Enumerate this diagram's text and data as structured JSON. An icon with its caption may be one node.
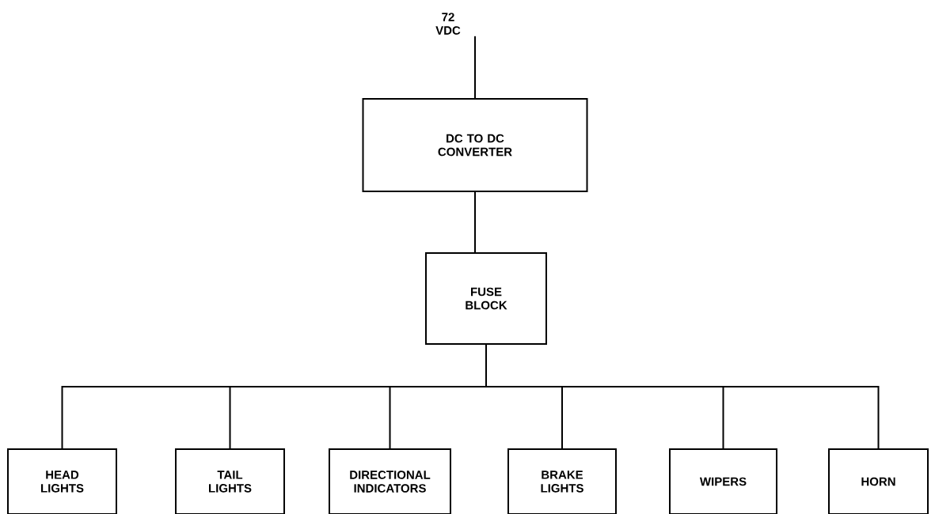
{
  "diagram": {
    "nodes": [
      {
        "text": [
          "72 VDC"
        ]
      },
      {
        "text": [
          "DC TO DC CONVERTER"
        ]
      },
      {
        "text": [
          "FUSE BLOCK"
        ]
      },
      {
        "text": [
          "HEAD LIGHTS"
        ]
      },
      {
        "text": [
          "TAIL LIGHTS"
        ]
      },
      {
        "text": [
          "DIRECTIONAL INDICATORS"
        ]
      },
      {
        "text": [
          "BRAKE LIGHTS"
        ]
      },
      {
        "text": [
          "WIPERS"
        ]
      },
      {
        "text": [
          "HORN"
        ]
      }
    ],
    "edges": [
      {
        "from": 0,
        "to": 1,
        "arrow": "none"
      },
      {
        "from": 1,
        "to": 2,
        "arrow": "none"
      },
      {
        "from": 2,
        "to": 3,
        "arrow": "none"
      },
      {
        "from": 2,
        "to": 4,
        "arrow": "none"
      },
      {
        "from": 2,
        "to": 5,
        "arrow": "none"
      },
      {
        "from": 2,
        "to": 6,
        "arrow": "none"
      },
      {
        "from": 2,
        "to": 7,
        "arrow": "none"
      },
      {
        "from": 2,
        "to": 8,
        "arrow": "none"
      }
    ]
  }
}
